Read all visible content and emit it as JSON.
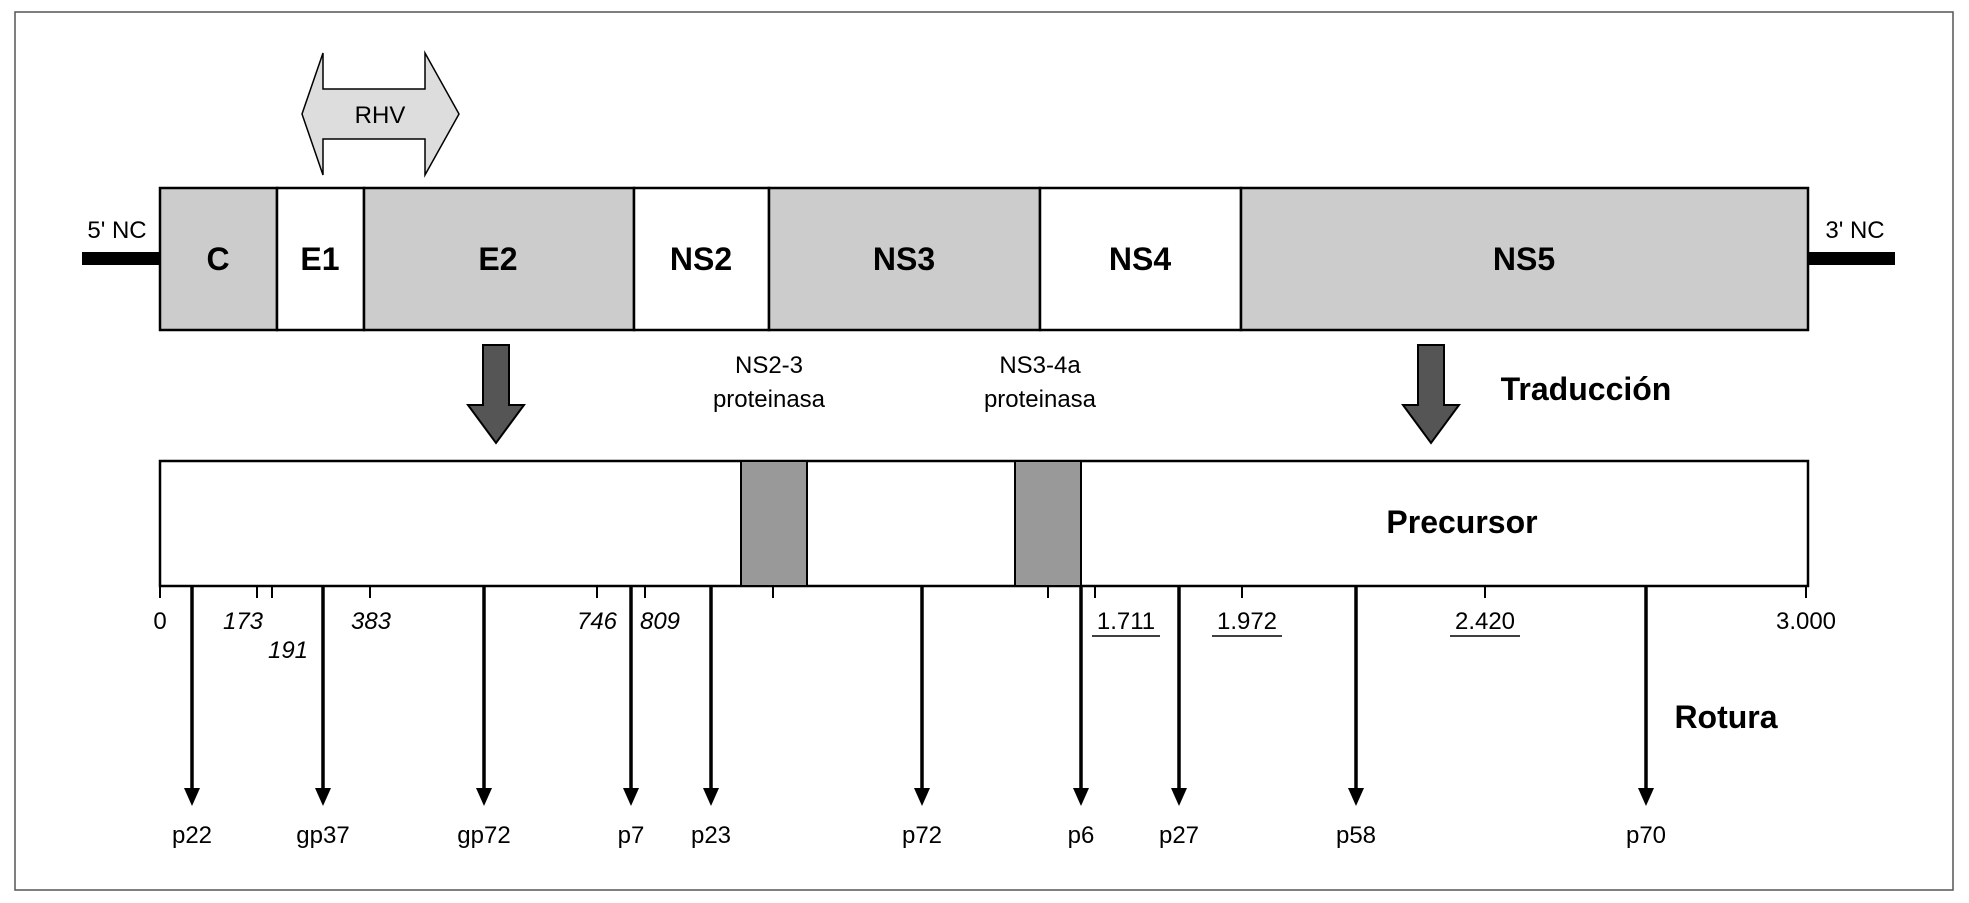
{
  "colors": {
    "region_gray": "#cccccc",
    "protease_gray": "#999999",
    "arrow_dark": "#555555",
    "rhv_fill": "#dddddd"
  },
  "rhv_label": "RHV",
  "five_prime_label": "5' NC",
  "three_prime_label": "3' NC",
  "regions": [
    {
      "label": "C",
      "shaded": true
    },
    {
      "label": "E1",
      "shaded": false
    },
    {
      "label": "E2",
      "shaded": true
    },
    {
      "label": "NS2",
      "shaded": false
    },
    {
      "label": "NS3",
      "shaded": true
    },
    {
      "label": "NS4",
      "shaded": false
    },
    {
      "label": "NS5",
      "shaded": true
    }
  ],
  "proteinases": [
    {
      "line1": "NS2-3",
      "line2": "proteinasa"
    },
    {
      "line1": "NS3-4a",
      "line2": "proteinasa"
    }
  ],
  "traduccion_label": "Traducción",
  "precursor_label": "Precursor",
  "rotura_label": "Rotura",
  "scale": {
    "max": 3000,
    "labels": [
      {
        "text": "0",
        "value": 0,
        "italic": false,
        "underline": false,
        "row": 1
      },
      {
        "text": "173",
        "value": 173,
        "italic": true,
        "underline": false,
        "row": 1
      },
      {
        "text": "191",
        "value": 191,
        "italic": true,
        "underline": false,
        "row": 2
      },
      {
        "text": "383",
        "value": 383,
        "italic": true,
        "underline": false,
        "row": 1
      },
      {
        "text": "746",
        "value": 746,
        "italic": true,
        "underline": false,
        "row": 1
      },
      {
        "text": "809",
        "value": 809,
        "italic": true,
        "underline": false,
        "row": 1
      },
      {
        "text": "1.711",
        "value": 1711,
        "italic": false,
        "underline": true,
        "row": 1
      },
      {
        "text": "1.972",
        "value": 1972,
        "italic": false,
        "underline": true,
        "row": 1
      },
      {
        "text": "2.420",
        "value": 2420,
        "italic": false,
        "underline": true,
        "row": 1
      },
      {
        "text": "3.000",
        "value": 3000,
        "italic": false,
        "underline": false,
        "row": 1
      }
    ]
  },
  "products": [
    "p22",
    "gp37",
    "gp72",
    "p7",
    "p23",
    "p72",
    "p6",
    "p27",
    "p58",
    "p70"
  ]
}
